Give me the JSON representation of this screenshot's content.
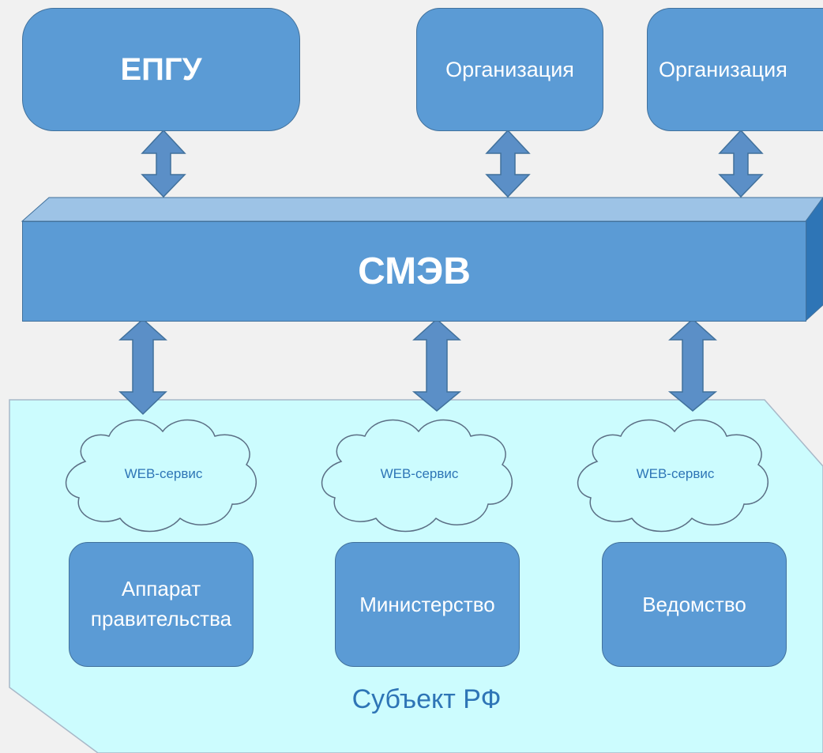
{
  "nodes": {
    "epgu": "ЕПГУ",
    "org1": "Организация",
    "org2": "Организация",
    "smev": "СМЭВ",
    "cloud1": "WEB-сервис",
    "cloud2": "WEB-сервис",
    "cloud3": "WEB-сервис",
    "apparat": "Аппарат правительства",
    "ministry": "Министерство",
    "agency": "Ведомство",
    "region": "Субъект РФ"
  },
  "colors": {
    "box_fill": "#5b9bd5",
    "box_border": "#41719c",
    "bus_top": "#9dc3e6",
    "bus_side": "#2e75b6",
    "arrow": "#5b8fc7",
    "region_fill": "#ccfcfe",
    "region_text": "#2e75b6"
  }
}
